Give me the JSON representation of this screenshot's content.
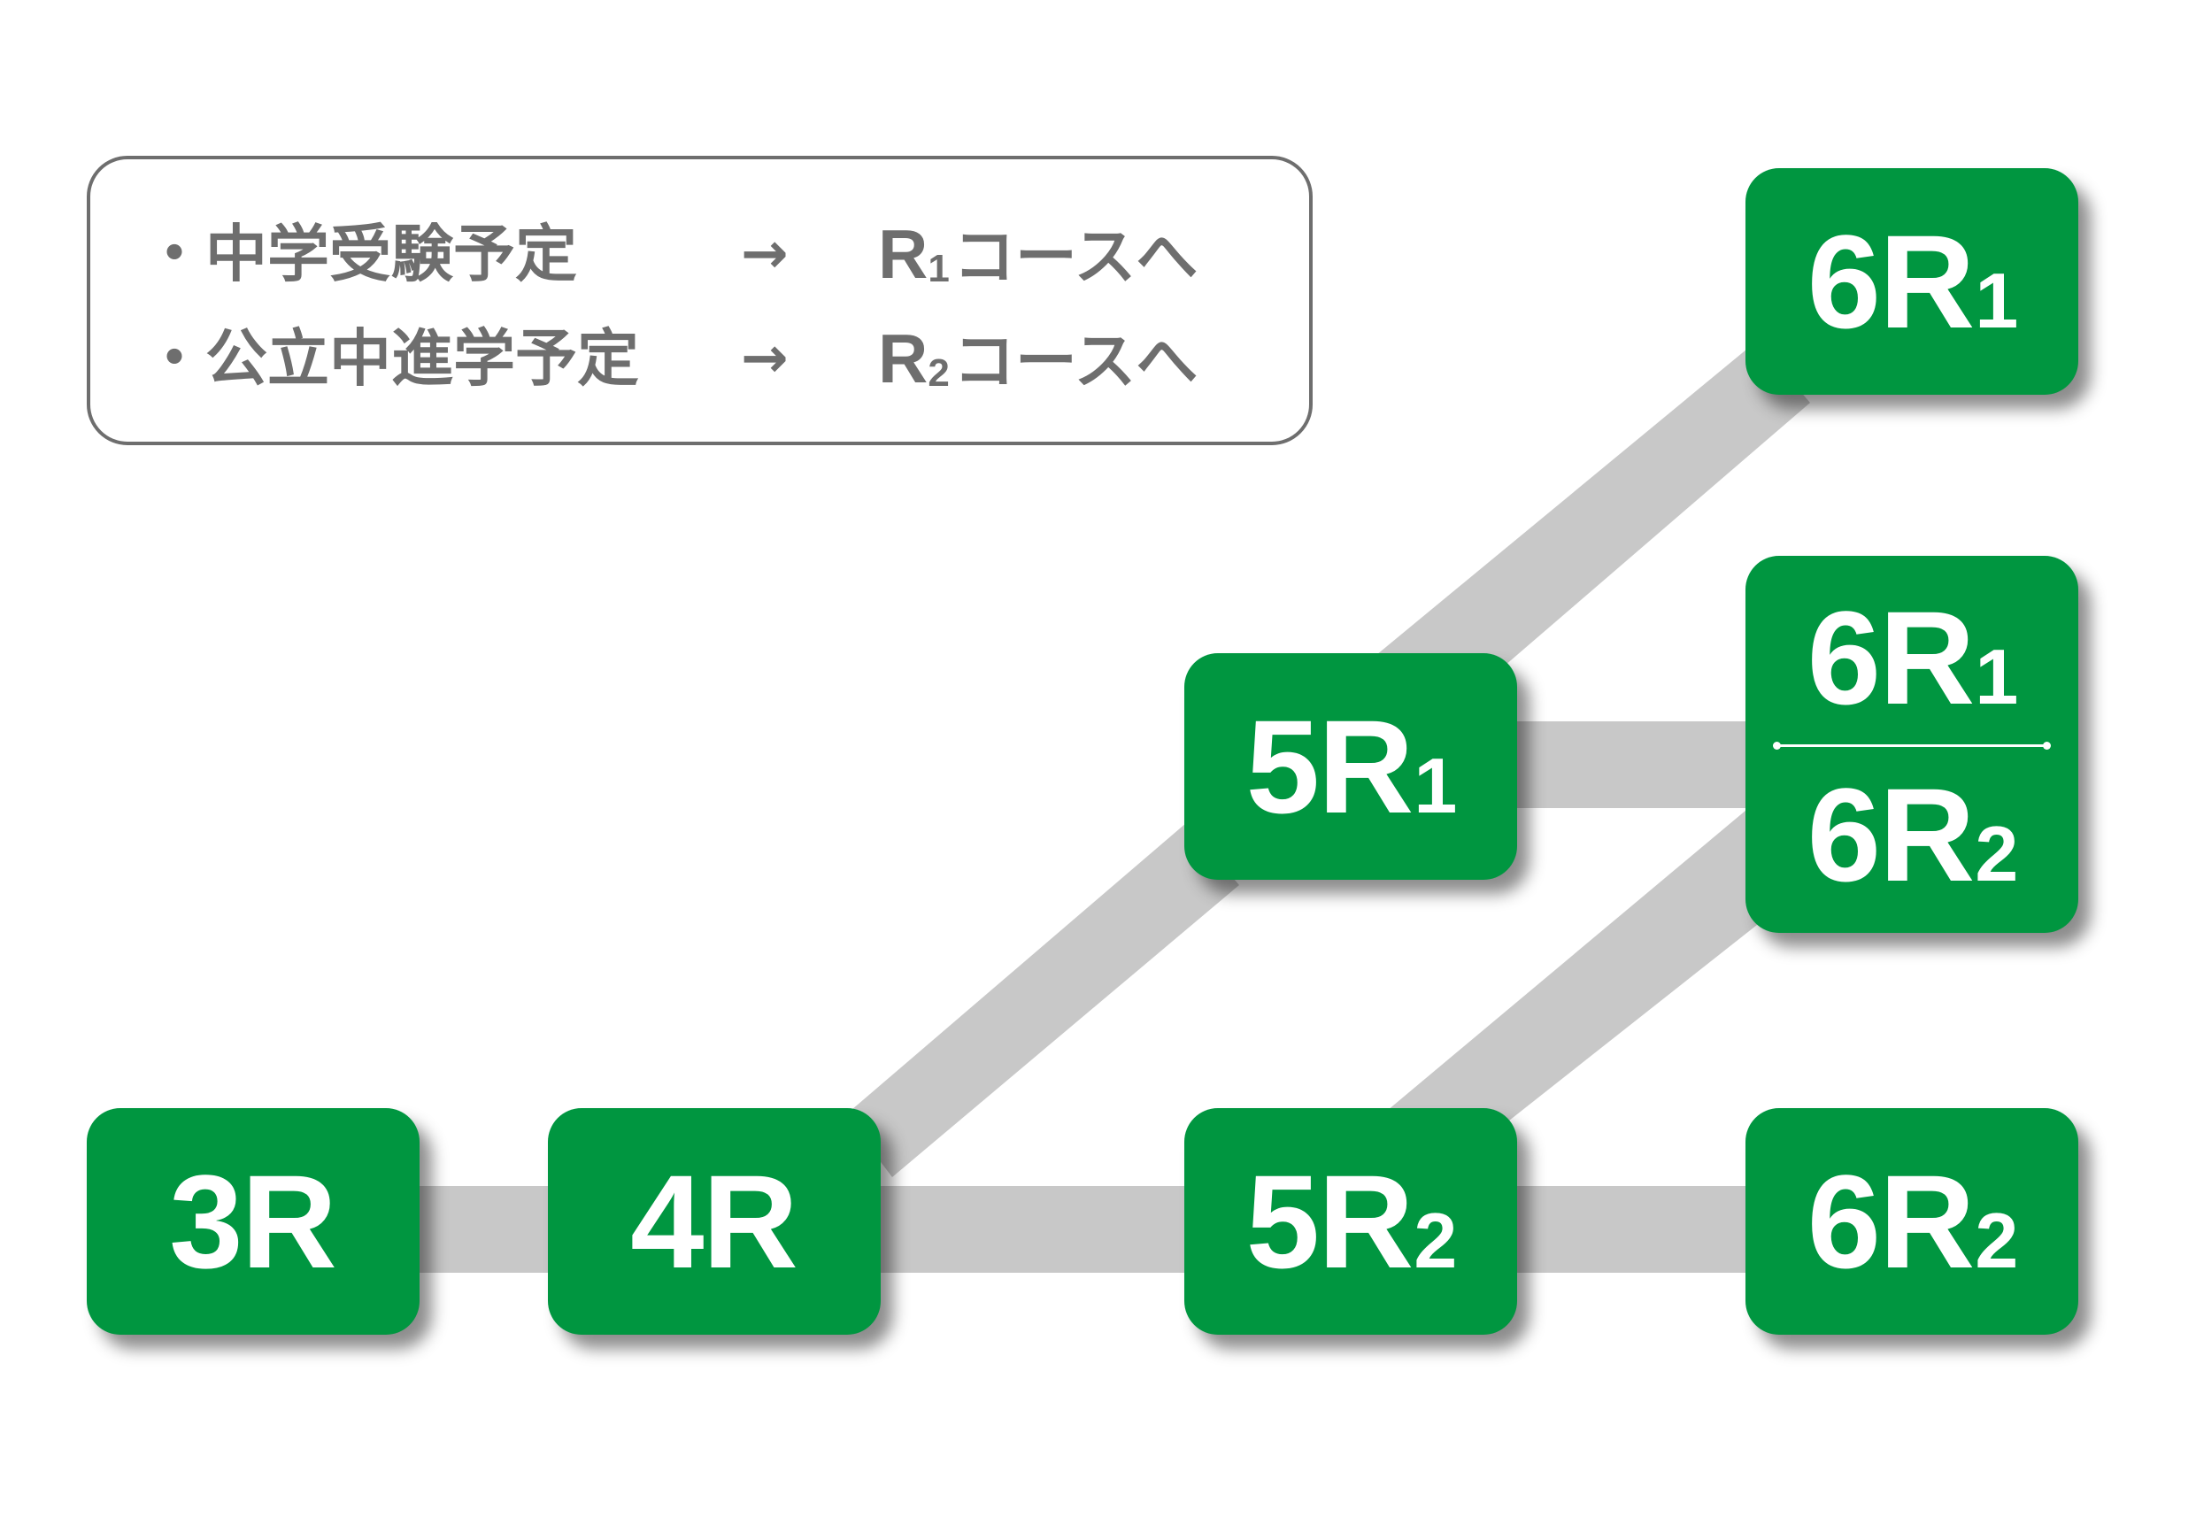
{
  "legend": {
    "rows": [
      {
        "condition": "・中学受験予定",
        "arrow": "→",
        "course_letter": "R",
        "course_sub": "1",
        "course_suffix": "コースへ"
      },
      {
        "condition": "・公立中進学予定",
        "arrow": "→",
        "course_letter": "R",
        "course_sub": "2",
        "course_suffix": "コースへ"
      }
    ]
  },
  "nodes": {
    "n3r": {
      "main": "3R",
      "sub": ""
    },
    "n4r": {
      "main": "4R",
      "sub": ""
    },
    "n5r1": {
      "main": "5R",
      "sub": "1"
    },
    "n5r2": {
      "main": "5R",
      "sub": "2"
    },
    "n6r1_top": {
      "main": "6R",
      "sub": "1"
    },
    "n6mix_upper": {
      "main": "6R",
      "sub": "1"
    },
    "n6mix_lower": {
      "main": "6R",
      "sub": "2"
    },
    "n6r2_bottom": {
      "main": "6R",
      "sub": "2"
    }
  },
  "colors": {
    "node_fill": "#009640",
    "node_text": "#ffffff",
    "connector": "#c8c8c8",
    "legend_text": "#6e6e6e",
    "legend_border": "#6e6e6e"
  }
}
